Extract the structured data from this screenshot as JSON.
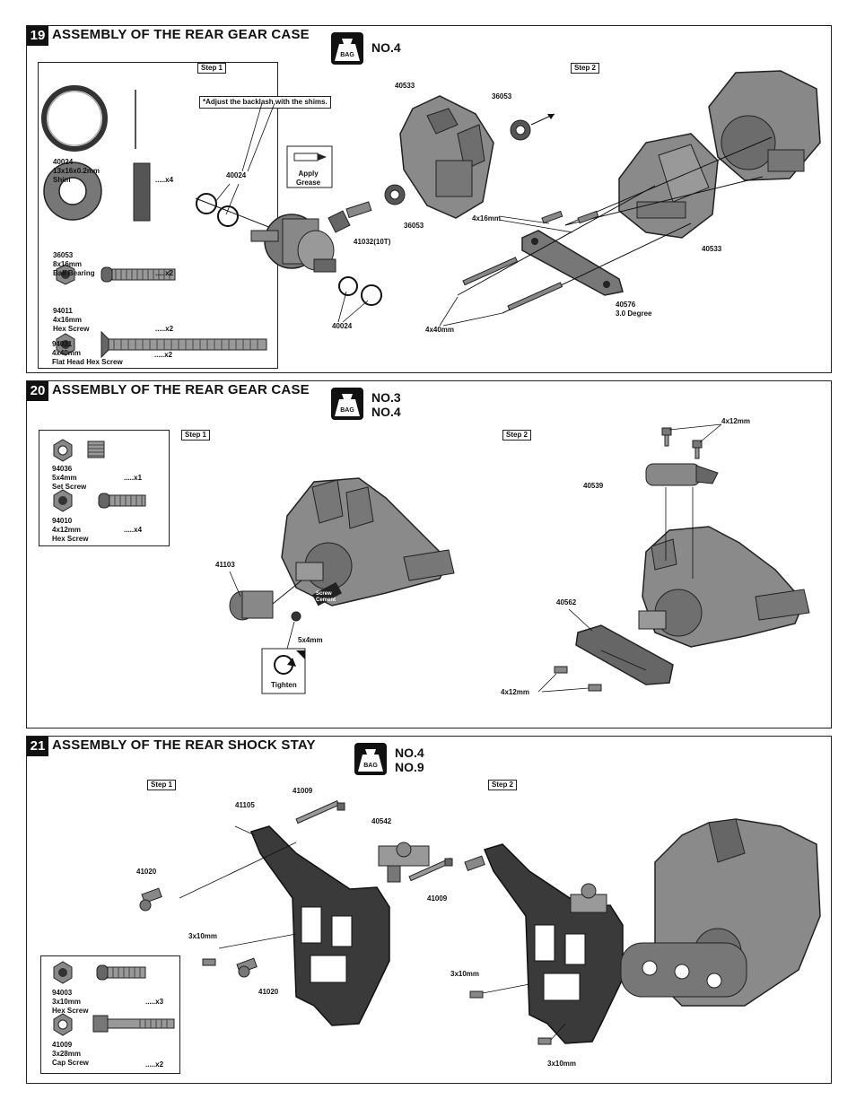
{
  "sections": [
    {
      "number": "19",
      "title": "ASSEMBLY OF THE REAR GEAR CASE",
      "bag_icon_label": "BAG",
      "bag_numbers": "NO.4",
      "steps": [
        "Step 1",
        "Step 2"
      ],
      "note": "*Adjust the backlash with the shims.",
      "grease_label": "Apply\nGrease",
      "parts": [
        {
          "number": "40024",
          "size": "13x16x0.2mm",
          "name": "Shim",
          "qty": ".....x4"
        },
        {
          "number": "36053",
          "size": "8x16mm",
          "name": "Ball Bearing",
          "qty": ".....x2"
        },
        {
          "number": "94011",
          "size": "4x16mm",
          "name": "Hex Screw",
          "qty": ".....x2"
        },
        {
          "number": "94031",
          "size": "4x40mm",
          "name": "Flat Head Hex Screw",
          "qty": ".....x2"
        }
      ],
      "callouts": {
        "c40533a": "40533",
        "c36053a": "36053",
        "c40024a": "40024",
        "c36053b": "36053",
        "c41032": "41032(10T)",
        "c40024b": "40024",
        "c4x16": "4x16mm",
        "c40533b": "40533",
        "c40576": "40576\n3.0 Degree",
        "c4x40": "4x40mm"
      }
    },
    {
      "number": "20",
      "title": "ASSEMBLY OF THE REAR GEAR CASE",
      "bag_icon_label": "BAG",
      "bag_numbers": "NO.3\nNO.4",
      "steps": [
        "Step 1",
        "Step 2"
      ],
      "cement_label": "Screw\nCement",
      "tighten_label": "Tighten",
      "parts": [
        {
          "number": "94036",
          "size": "5x4mm",
          "name": "Set Screw",
          "qty": ".....x1"
        },
        {
          "number": "94010",
          "size": "4x12mm",
          "name": "Hex Screw",
          "qty": ".....x4"
        }
      ],
      "callouts": {
        "c41103": "41103",
        "c5x4": "5x4mm",
        "c4x12a": "4x12mm",
        "c40539": "40539",
        "c40562": "40562",
        "c4x12b": "4x12mm"
      }
    },
    {
      "number": "21",
      "title": "ASSEMBLY OF THE REAR SHOCK STAY",
      "bag_icon_label": "BAG",
      "bag_numbers": "NO.4\nNO.9",
      "steps": [
        "Step 1",
        "Step 2"
      ],
      "parts": [
        {
          "number": "94003",
          "size": "3x10mm",
          "name": "Hex Screw",
          "qty": ".....x3"
        },
        {
          "number": "41009",
          "size": "3x28mm",
          "name": "Cap Screw",
          "qty": ".....x2"
        }
      ],
      "callouts": {
        "c41009a": "41009",
        "c41105": "41105",
        "c40542": "40542",
        "c41020a": "41020",
        "c41009b": "41009",
        "c3x10a": "3x10mm",
        "c41020b": "41020",
        "c3x10b": "3x10mm",
        "c3x10c": "3x10mm"
      }
    }
  ]
}
